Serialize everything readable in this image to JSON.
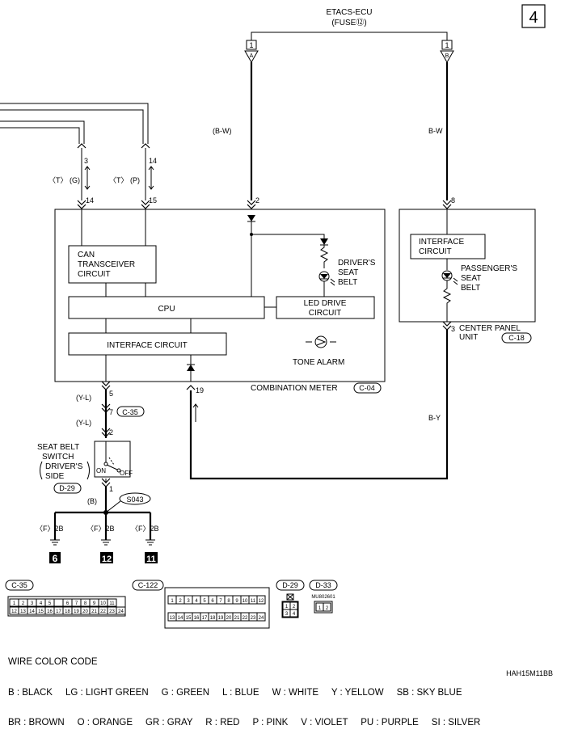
{
  "page_number": "4",
  "etacs": {
    "title": "ETACS-ECU",
    "fuse": "(FUSE⑫)",
    "pin_a": "A",
    "pin_b": "B",
    "mark": "1"
  },
  "wires": {
    "bw_paren": "(B-W)",
    "bw": "B-W",
    "by": "B-Y",
    "t_g": "〈T〉 (G)",
    "t_p": "〈T〉 (P)",
    "yl1": "(Y-L)",
    "yl2": "(Y-L)",
    "b": "(B)",
    "f2b_1": "〈F〉2B",
    "f2b_2": "〈F〉2B",
    "f2b_3": "〈F〉2B"
  },
  "pins": {
    "p3": "3",
    "p14a": "14",
    "p14b": "14",
    "p15": "15",
    "p2": "2",
    "p8": "8",
    "p5": "5",
    "p7": "7",
    "p2b": "2",
    "p1": "1",
    "p19": "19",
    "p3b": "3"
  },
  "meter": {
    "can_1": "CAN",
    "can_2": "TRANSCEIVER",
    "can_3": "CIRCUIT",
    "cpu": "CPU",
    "interface": "INTERFACE CIRCUIT",
    "led_1": "LED DRIVE",
    "led_2": "CIRCUIT",
    "driver_1": "DRIVER'S",
    "driver_2": "SEAT",
    "driver_3": "BELT",
    "tone": "TONE ALARM",
    "title": "COMBINATION METER",
    "conn": "C-04"
  },
  "center_panel": {
    "if_1": "INTERFACE",
    "if_2": "CIRCUIT",
    "pass_1": "PASSENGER'S",
    "pass_2": "SEAT",
    "pass_3": "BELT",
    "title_1": "CENTER PANEL",
    "title_2": "UNIT",
    "conn": "C-18"
  },
  "switch": {
    "l1": "SEAT BELT",
    "l2": "SWITCH",
    "l3": "DRIVER'S",
    "l4": "SIDE",
    "on": "ON",
    "off": "OFF",
    "conn": "D-29"
  },
  "conn_c35": "C-35",
  "splice": "S043",
  "grounds": [
    "6",
    "12",
    "11"
  ],
  "connectors": {
    "c35": {
      "label": "C-35",
      "row1": [
        "1",
        "2",
        "3",
        "4",
        "5",
        "",
        "6",
        "7",
        "8",
        "9",
        "10",
        "11"
      ],
      "row2": [
        "12",
        "13",
        "14",
        "15",
        "16",
        "17",
        "18",
        "19",
        "20",
        "21",
        "22",
        "23",
        "24"
      ]
    },
    "c122": {
      "label": "C-122",
      "row1": [
        "1",
        "2",
        "3",
        "4",
        "5",
        "6",
        "7",
        "8",
        "9",
        "10",
        "11",
        "12"
      ],
      "row2": [
        "13",
        "14",
        "15",
        "16",
        "17",
        "18",
        "19",
        "20",
        "21",
        "22",
        "23",
        "24"
      ]
    },
    "d29": {
      "label": "D-29",
      "pins": [
        "1",
        "2",
        "3",
        "4"
      ]
    },
    "d33": {
      "label": "D-33",
      "part": "MU802601",
      "pins": [
        "1",
        "2"
      ]
    }
  },
  "legend": {
    "title": "WIRE COLOR CODE",
    "line1": "B : BLACK     LG : LIGHT GREEN     G : GREEN     L : BLUE     W : WHITE     Y : YELLOW     SB : SKY BLUE",
    "line2": "BR : BROWN     O : ORANGE     GR : GRAY     R : RED     P : PINK     V : VIOLET     PU : PURPLE     SI : SILVER"
  },
  "code": "HAH15M11BB"
}
